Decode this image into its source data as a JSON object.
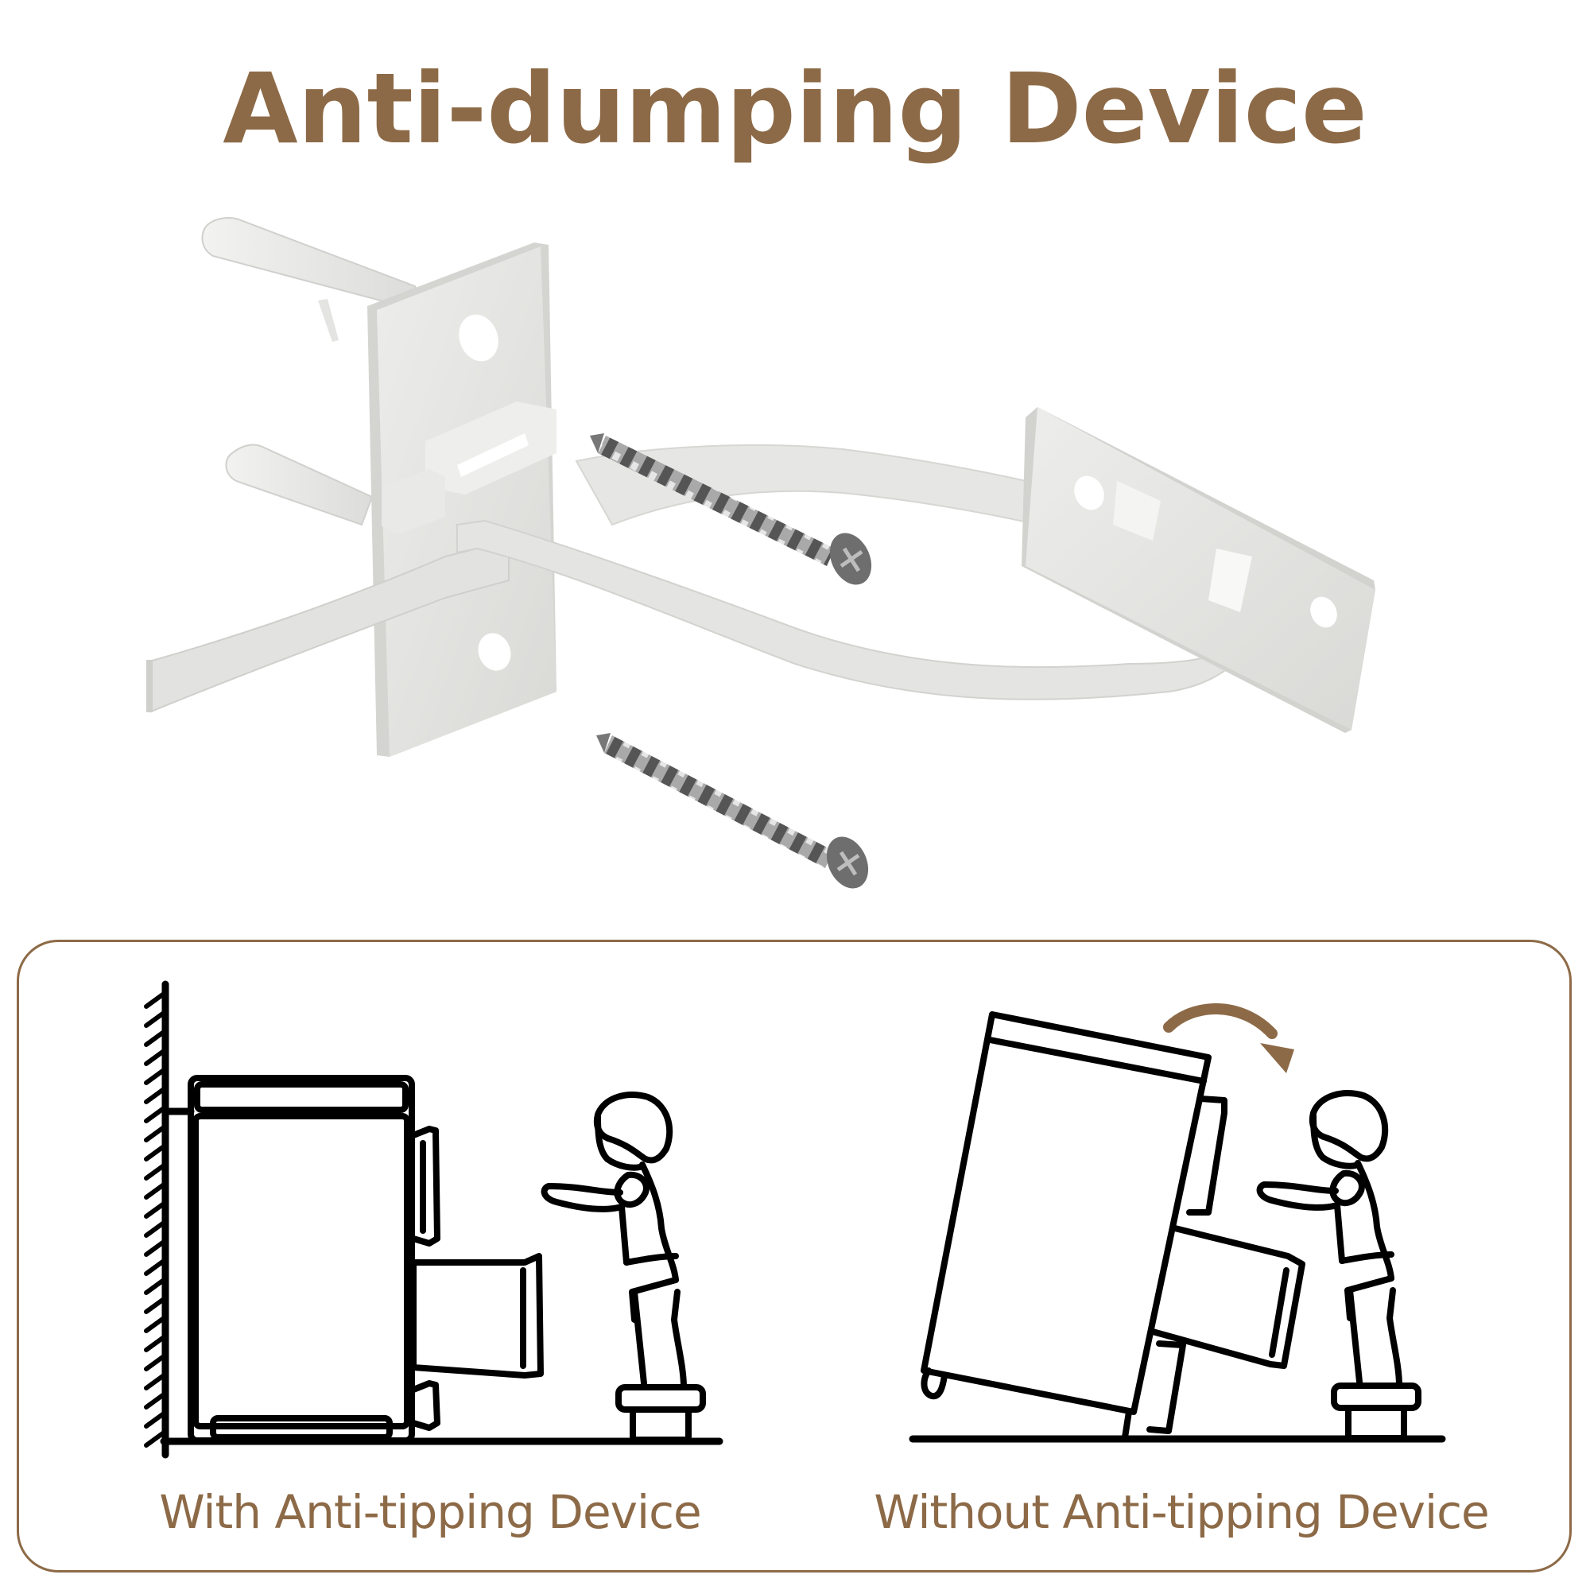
{
  "title": "Anti-dumping Device",
  "colors": {
    "accent": "#8D6A47",
    "line_art": "#000000",
    "plastic": "#E3E3E1",
    "plastic_shadow": "#CFCFCC",
    "screw": "#6B6B6B",
    "background": "#FFFFFF"
  },
  "product": {
    "parts": [
      "wall-anchor",
      "wall-anchor",
      "left-bracket",
      "strap",
      "right-bracket",
      "screw",
      "screw"
    ]
  },
  "comparison": {
    "left": {
      "caption": "With Anti-tipping Device",
      "scene": "fridge-anchored-to-wall-child-on-stool"
    },
    "right": {
      "caption": "Without Anti-tipping Device",
      "scene": "fridge-tipping-toward-child-on-stool",
      "arrow_color": "#8D6A47"
    }
  }
}
